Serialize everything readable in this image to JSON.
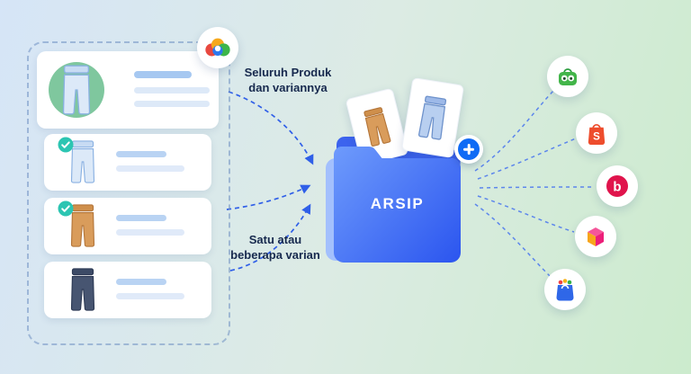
{
  "annotations": {
    "top": "Seluruh Produk\ndan variannya",
    "bottom": "Satu atau\nbeberapa varian"
  },
  "folder": {
    "label": "ARSIP",
    "plus_icon": "add-icon",
    "gradient_from": "#6e9bfc",
    "gradient_to": "#2b55ef",
    "photos": [
      {
        "icon": "tan-pants-photo"
      },
      {
        "icon": "blue-jeans-photo"
      }
    ]
  },
  "product_list": {
    "channel_logo_icon": "multicolor-cloud-icon",
    "items": [
      {
        "kind": "featured-product",
        "pants_color": "light-blue",
        "avatar_bg": "#7fc79e",
        "checked": false
      },
      {
        "kind": "variant",
        "pants_color": "light-blue",
        "checked": true
      },
      {
        "kind": "variant",
        "pants_color": "tan",
        "checked": true
      },
      {
        "kind": "variant",
        "pants_color": "dark-navy",
        "checked": false
      }
    ]
  },
  "marketplaces": [
    {
      "icon": "tokopedia-bag-icon",
      "color": "#42b549",
      "letter": ""
    },
    {
      "icon": "shopee-bag-icon",
      "color": "#ee4d2d",
      "letter": "S"
    },
    {
      "icon": "bukalapak-circle-icon",
      "color": "#e0144c",
      "letter": "b"
    },
    {
      "icon": "lazada-box-icon",
      "color": "#ec1e79",
      "letter": ""
    },
    {
      "icon": "blibli-bag-icon",
      "color": "#2f67e8",
      "letter": ""
    }
  ],
  "colors": {
    "background_from": "#d6e5f7",
    "background_to": "#ccebcd",
    "arrow": "#2f5fe8",
    "check": "#2cc5b2"
  }
}
